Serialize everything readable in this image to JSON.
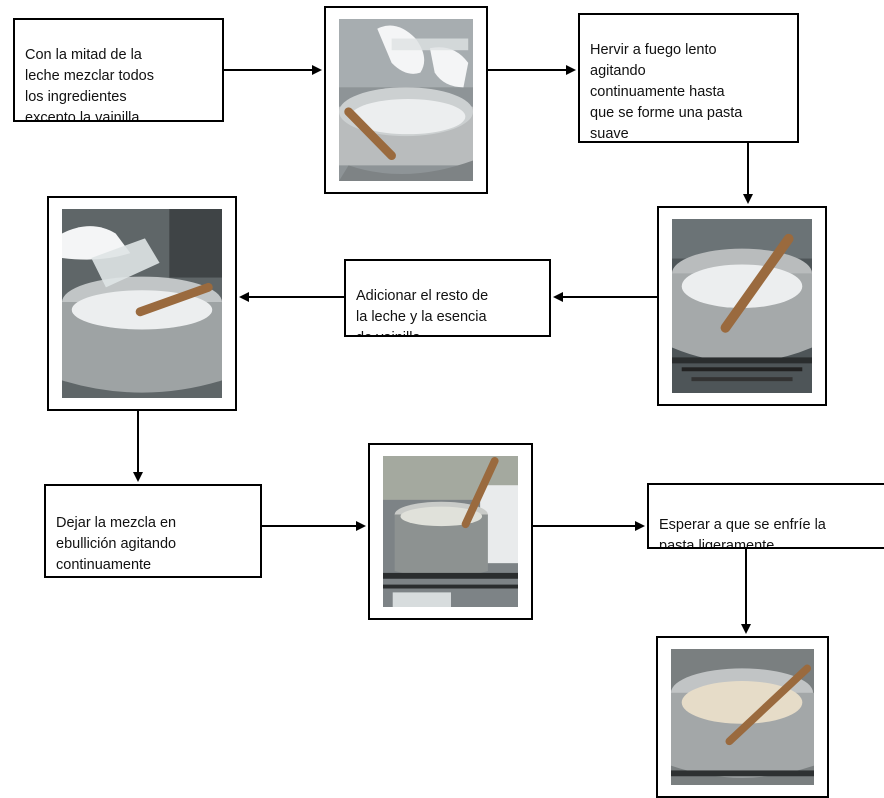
{
  "steps": [
    {
      "id": "step1",
      "text": "Con la mitad de la\nleche mezclar todos\nlos ingredientes\nexcepto la vainilla"
    },
    {
      "id": "step2",
      "text": "Hervir a fuego lento\nagitando\ncontinuamente hasta\nque se forme una pasta\nsuave"
    },
    {
      "id": "step3",
      "text": "Adicionar el resto de\nla leche y la esencia\nde vainilla"
    },
    {
      "id": "step4",
      "text": "Dejar la mezcla en\nebullición agitando\ncontinuamente"
    },
    {
      "id": "step5",
      "text": "Esperar a que se enfríe la\npasta ligeramente"
    }
  ],
  "photos": [
    {
      "id": "photo-1",
      "subject": "pot with milk mixture, gloved hands stirring with wooden spoon"
    },
    {
      "id": "photo-2",
      "subject": "pot with white paste and wooden spoon on stove"
    },
    {
      "id": "photo-3",
      "subject": "gloved hand pouring remaining milk into pot"
    },
    {
      "id": "photo-4",
      "subject": "pot boiling on gas stove with wooden spoon"
    },
    {
      "id": "photo-5",
      "subject": "pot with cooling paste and wooden spoon"
    }
  ],
  "colors": {
    "line": "#000000",
    "steel": "#b9bcbd",
    "paste": "#eceeef",
    "spoon": "#9a6a3e",
    "glove": "#f4f5f6"
  }
}
